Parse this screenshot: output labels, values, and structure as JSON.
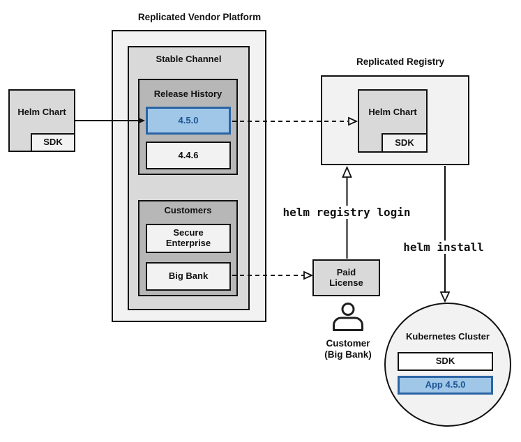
{
  "vendor_platform": {
    "title": "Replicated Vendor Platform",
    "stable_channel": {
      "title": "Stable Channel",
      "release_history": {
        "title": "Release History",
        "releases": [
          {
            "version": "4.5.0",
            "highlighted": true
          },
          {
            "version": "4.4.6",
            "highlighted": false
          }
        ]
      },
      "customers": {
        "title": "Customers",
        "items": [
          "Secure Enterprise",
          "Big Bank"
        ]
      }
    }
  },
  "source_helm_chart": {
    "label": "Helm Chart",
    "sdk": "SDK"
  },
  "registry": {
    "title": "Replicated Registry",
    "helm_chart": {
      "label": "Helm Chart",
      "sdk": "SDK"
    }
  },
  "paid_license": {
    "label": "Paid License"
  },
  "customer": {
    "icon": "person-icon",
    "caption_line1": "Customer",
    "caption_line2": "(Big Bank)"
  },
  "kubernetes_cluster": {
    "title": "Kubernetes Cluster",
    "sdk": "SDK",
    "app": "App 4.5.0"
  },
  "commands": {
    "registry_login": "helm registry login",
    "install": "helm install"
  },
  "colors": {
    "highlight_fill": "#a0c6e8",
    "highlight_border": "#2a64a5",
    "highlight_text": "#1b5693",
    "panel_light": "#f2f2f2",
    "panel_mid": "#d9d9d9",
    "panel_dark": "#b7b7b7",
    "line": "#111111"
  }
}
